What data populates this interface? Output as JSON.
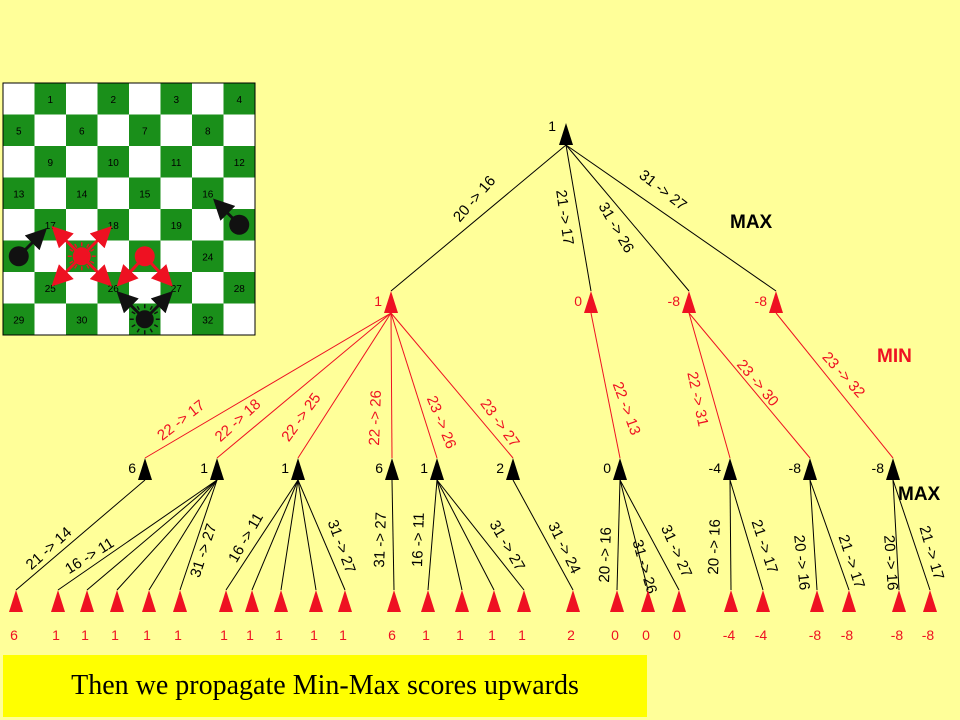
{
  "board": {
    "square_numbers": [
      "1",
      "2",
      "3",
      "4",
      "5",
      "6",
      "7",
      "8",
      "9",
      "10",
      "11",
      "12",
      "13",
      "14",
      "15",
      "16",
      "17",
      "18",
      "19",
      "20",
      "21",
      "22",
      "23",
      "24",
      "25",
      "26",
      "27",
      "28",
      "29",
      "30",
      "31",
      "32"
    ],
    "dark_color": "#1a8f1a",
    "light_color": "#ffffff",
    "black_piece_color": "#111111",
    "red_piece_color": "#ee1122"
  },
  "levels": {
    "max_top": "MAX",
    "min": "MIN",
    "max_bottom": "MAX"
  },
  "tree": {
    "root": {
      "score": "1"
    },
    "level1": [
      {
        "score": "1",
        "move": "20 -> 16"
      },
      {
        "score": "0",
        "move": "21 -> 17"
      },
      {
        "score": "-8",
        "move": "31 -> 26"
      },
      {
        "score": "-8",
        "move": "31 -> 27"
      }
    ],
    "level2": [
      {
        "score": "6",
        "move": "22 -> 17",
        "parent": 0
      },
      {
        "score": "1",
        "move": "22 -> 18",
        "parent": 0
      },
      {
        "score": "1",
        "move": "22 -> 25",
        "parent": 0
      },
      {
        "score": "6",
        "move": "22 -> 26",
        "parent": 0
      },
      {
        "score": "1",
        "move": "23 -> 26",
        "parent": 0
      },
      {
        "score": "2",
        "move": "23 -> 27",
        "parent": 0
      },
      {
        "score": "0",
        "move": "22 -> 13",
        "parent": 1
      },
      {
        "score": "-4",
        "move": "22 -> 31",
        "parent": 2
      },
      {
        "score": "-8",
        "move": "23 -> 30",
        "parent": 2
      },
      {
        "score": "-8",
        "move": "23 -> 32",
        "parent": 3
      }
    ],
    "leaves": [
      "6",
      "1",
      "1",
      "1",
      "1",
      "1",
      "1",
      "1",
      "1",
      "1",
      "1",
      "6",
      "1",
      "1",
      "1",
      "1",
      "2",
      "0",
      "0",
      "0",
      "-4",
      "-4",
      "-8",
      "-8",
      "-8",
      "-8"
    ],
    "leaf_parents": [
      0,
      1,
      1,
      1,
      1,
      1,
      2,
      2,
      2,
      2,
      2,
      3,
      4,
      4,
      4,
      4,
      5,
      6,
      6,
      6,
      7,
      7,
      8,
      8,
      9,
      9
    ],
    "leaf_moves": [
      {
        "leaf": 0,
        "text": "21 -> 14"
      },
      {
        "leaf": 1,
        "text": "16 -> 11"
      },
      {
        "leaf": 5,
        "text": "31 -> 27"
      },
      {
        "leaf": 6,
        "text": "16 -> 11"
      },
      {
        "leaf": 10,
        "text": "31 -> 27"
      },
      {
        "leaf": 11,
        "text": "31 -> 27"
      },
      {
        "leaf": 12,
        "text": "16 -> 11"
      },
      {
        "leaf": 15,
        "text": "31 -> 27"
      },
      {
        "leaf": 16,
        "text": "31 -> 24"
      },
      {
        "leaf": 17,
        "text": "20 -> 16"
      },
      {
        "leaf": 18,
        "text": "31 -> 26"
      },
      {
        "leaf": 19,
        "text": "31 -> 27"
      },
      {
        "leaf": 20,
        "text": "20 -> 16"
      },
      {
        "leaf": 21,
        "text": "21 -> 17"
      },
      {
        "leaf": 22,
        "text": "20 -> 16"
      },
      {
        "leaf": 23,
        "text": "21 -> 17"
      },
      {
        "leaf": 24,
        "text": "20 -> 16"
      },
      {
        "leaf": 25,
        "text": "21 -> 17"
      }
    ],
    "colors": {
      "max": "#000000",
      "min": "#ee1122"
    }
  },
  "caption": "Then we propagate Min-Max scores upwards"
}
